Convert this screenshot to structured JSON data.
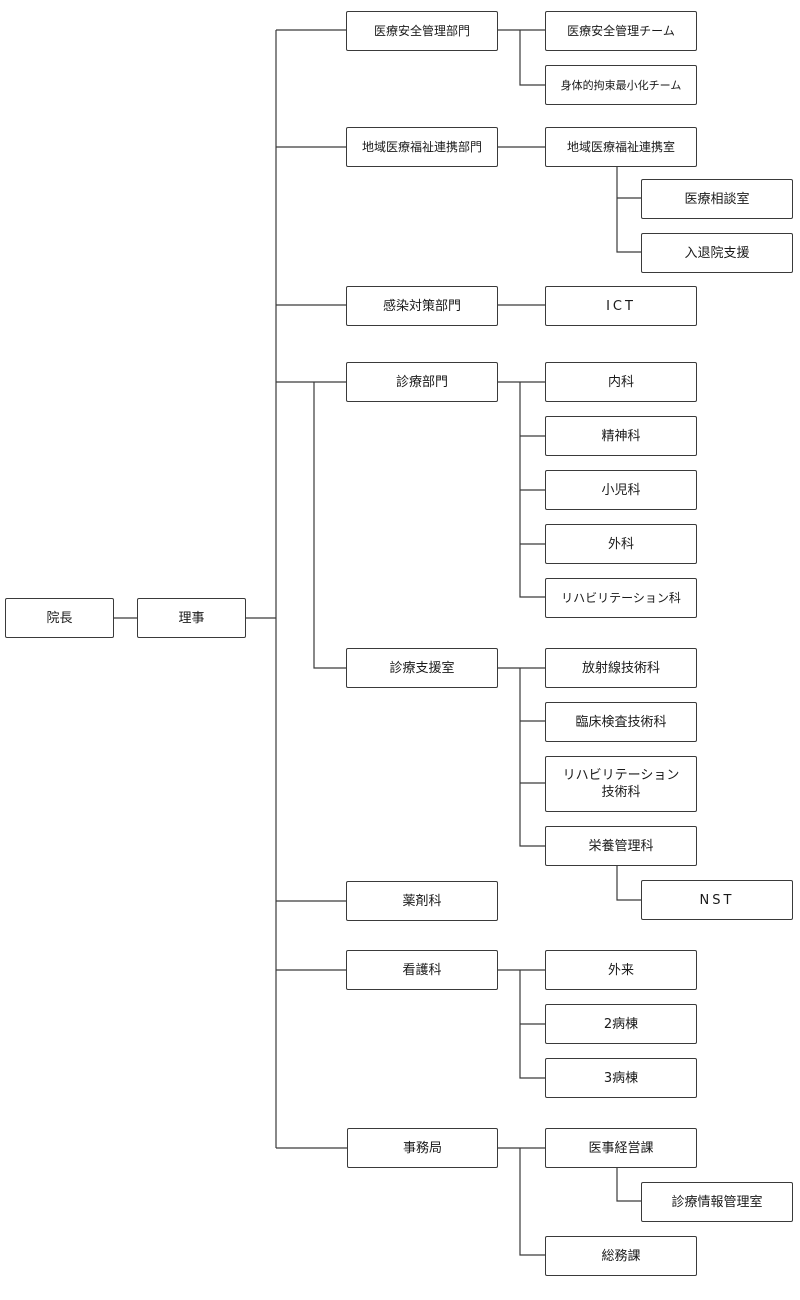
{
  "org_chart": {
    "director": "院長",
    "board": "理事",
    "medical_safety_dept": "医療安全管理部門",
    "medical_safety_team": "医療安全管理チーム",
    "restraint_team": "身体的拘束最小化チーム",
    "community_dept": "地域医療福祉連携部門",
    "community_office": "地域医療福祉連携室",
    "consultation_office": "医療相談室",
    "discharge_support": "入退院支援",
    "infection_dept": "感染対策部門",
    "ict": "ICT",
    "clinical_dept": "診療部門",
    "internal_medicine": "内科",
    "psychiatry": "精神科",
    "pediatrics": "小児科",
    "surgery": "外科",
    "rehab_dept": "リハビリテーション科",
    "clinical_support_office": "診療支援室",
    "radiology": "放射線技術科",
    "lab": "臨床検査技術科",
    "rehab_tech": "リハビリテーション\n技術科",
    "nutrition": "栄養管理科",
    "nst": "NST",
    "pharmacy": "薬剤科",
    "nursing": "看護科",
    "outpatient": "外来",
    "ward2": "2病棟",
    "ward3": "3病棟",
    "admin_bureau": "事務局",
    "management": "医事経営課",
    "records_office": "診療情報管理室",
    "general_affairs": "総務課"
  }
}
